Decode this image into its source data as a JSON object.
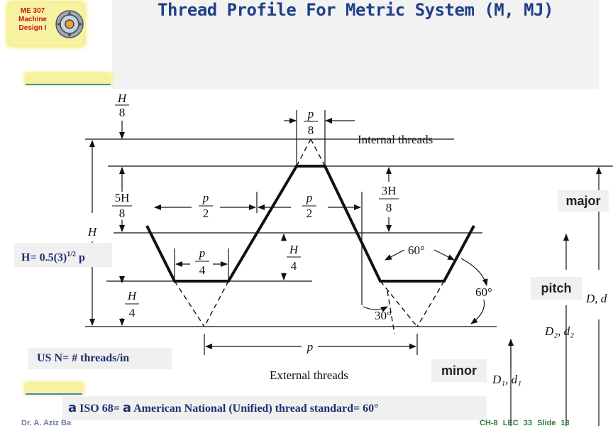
{
  "badge": {
    "text": "ME 307\nMachine\nDesign I",
    "icon": "gear-icon"
  },
  "header": {
    "title": "Thread Profile For Metric System (M, MJ)"
  },
  "diagram": {
    "h_8": {
      "num": "H",
      "den": "8"
    },
    "p_8": {
      "num": "p",
      "den": "8"
    },
    "internal_threads": "Internal threads",
    "five_h_8": {
      "num": "5H",
      "den": "8"
    },
    "h_label": "H",
    "p_2_left": {
      "num": "p",
      "den": "2"
    },
    "p_2_right": {
      "num": "p",
      "den": "2"
    },
    "three_h_8": {
      "num": "3H",
      "den": "8"
    },
    "p_4": {
      "num": "p",
      "den": "4"
    },
    "h_4_right": {
      "num": "H",
      "den": "4"
    },
    "h_4_left": {
      "num": "H",
      "den": "4"
    },
    "angle_top": "60°",
    "angle_right": "60°",
    "angle_bottom": "30°",
    "p_bottom": "p",
    "external_threads": "External threads",
    "d_label": "D, d",
    "d2_label": "D₂, d₂",
    "d1_label": "D₁, d₁"
  },
  "labels": {
    "major": "major",
    "pitch": "pitch",
    "minor": "minor",
    "h_formula_pre": "H= 0.5(3)",
    "h_formula_sup": "1/2",
    "h_formula_post": " p",
    "us": "US  N= # threads/in",
    "iso_alpha1": "a",
    "iso_mid": " ISO 68= ",
    "iso_alpha2": "a",
    "iso_post": " American  National (Unified)  thread standard= 60°"
  },
  "footer": {
    "author": "Dr. A. Aziz Ba",
    "slide_info": "CH-8   LEC 33   Slide 13"
  },
  "colors": {
    "title": "#1f3f86",
    "badge_text": "#c0181c",
    "label_text": "#1f2f6e",
    "footer_green": "#2a7a3c"
  }
}
